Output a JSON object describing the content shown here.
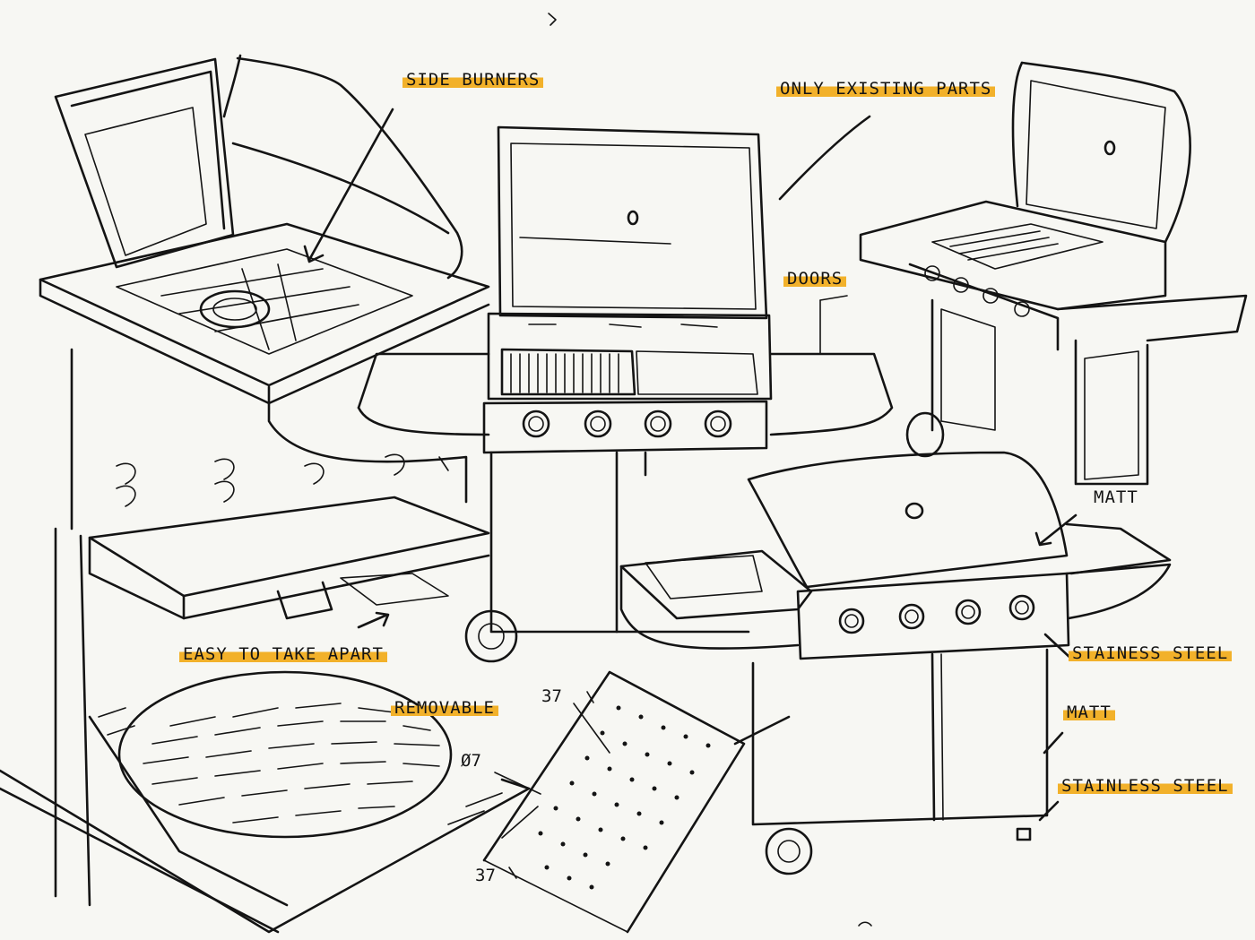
{
  "annotations": {
    "side_burners": "SIDE BURNERS",
    "only_existing_parts": "ONLY EXISTING PARTS",
    "doors": "DOORS",
    "matt_top": "MATT",
    "stainless_steel_1": "STAINESS STEEL",
    "matt_side": "MATT",
    "stainless_steel_2": "STAINLESS STEEL",
    "easy_to_take_apart": "EASY TO TAKE APART",
    "removable": "REMOVABLE"
  },
  "dimensions": {
    "hole_diameter": "Ø7",
    "spacing_top": "37",
    "spacing_bottom": "37"
  },
  "colors": {
    "paper": "#f7f7f3",
    "ink": "#141414",
    "highlight": "#f2b12a"
  }
}
